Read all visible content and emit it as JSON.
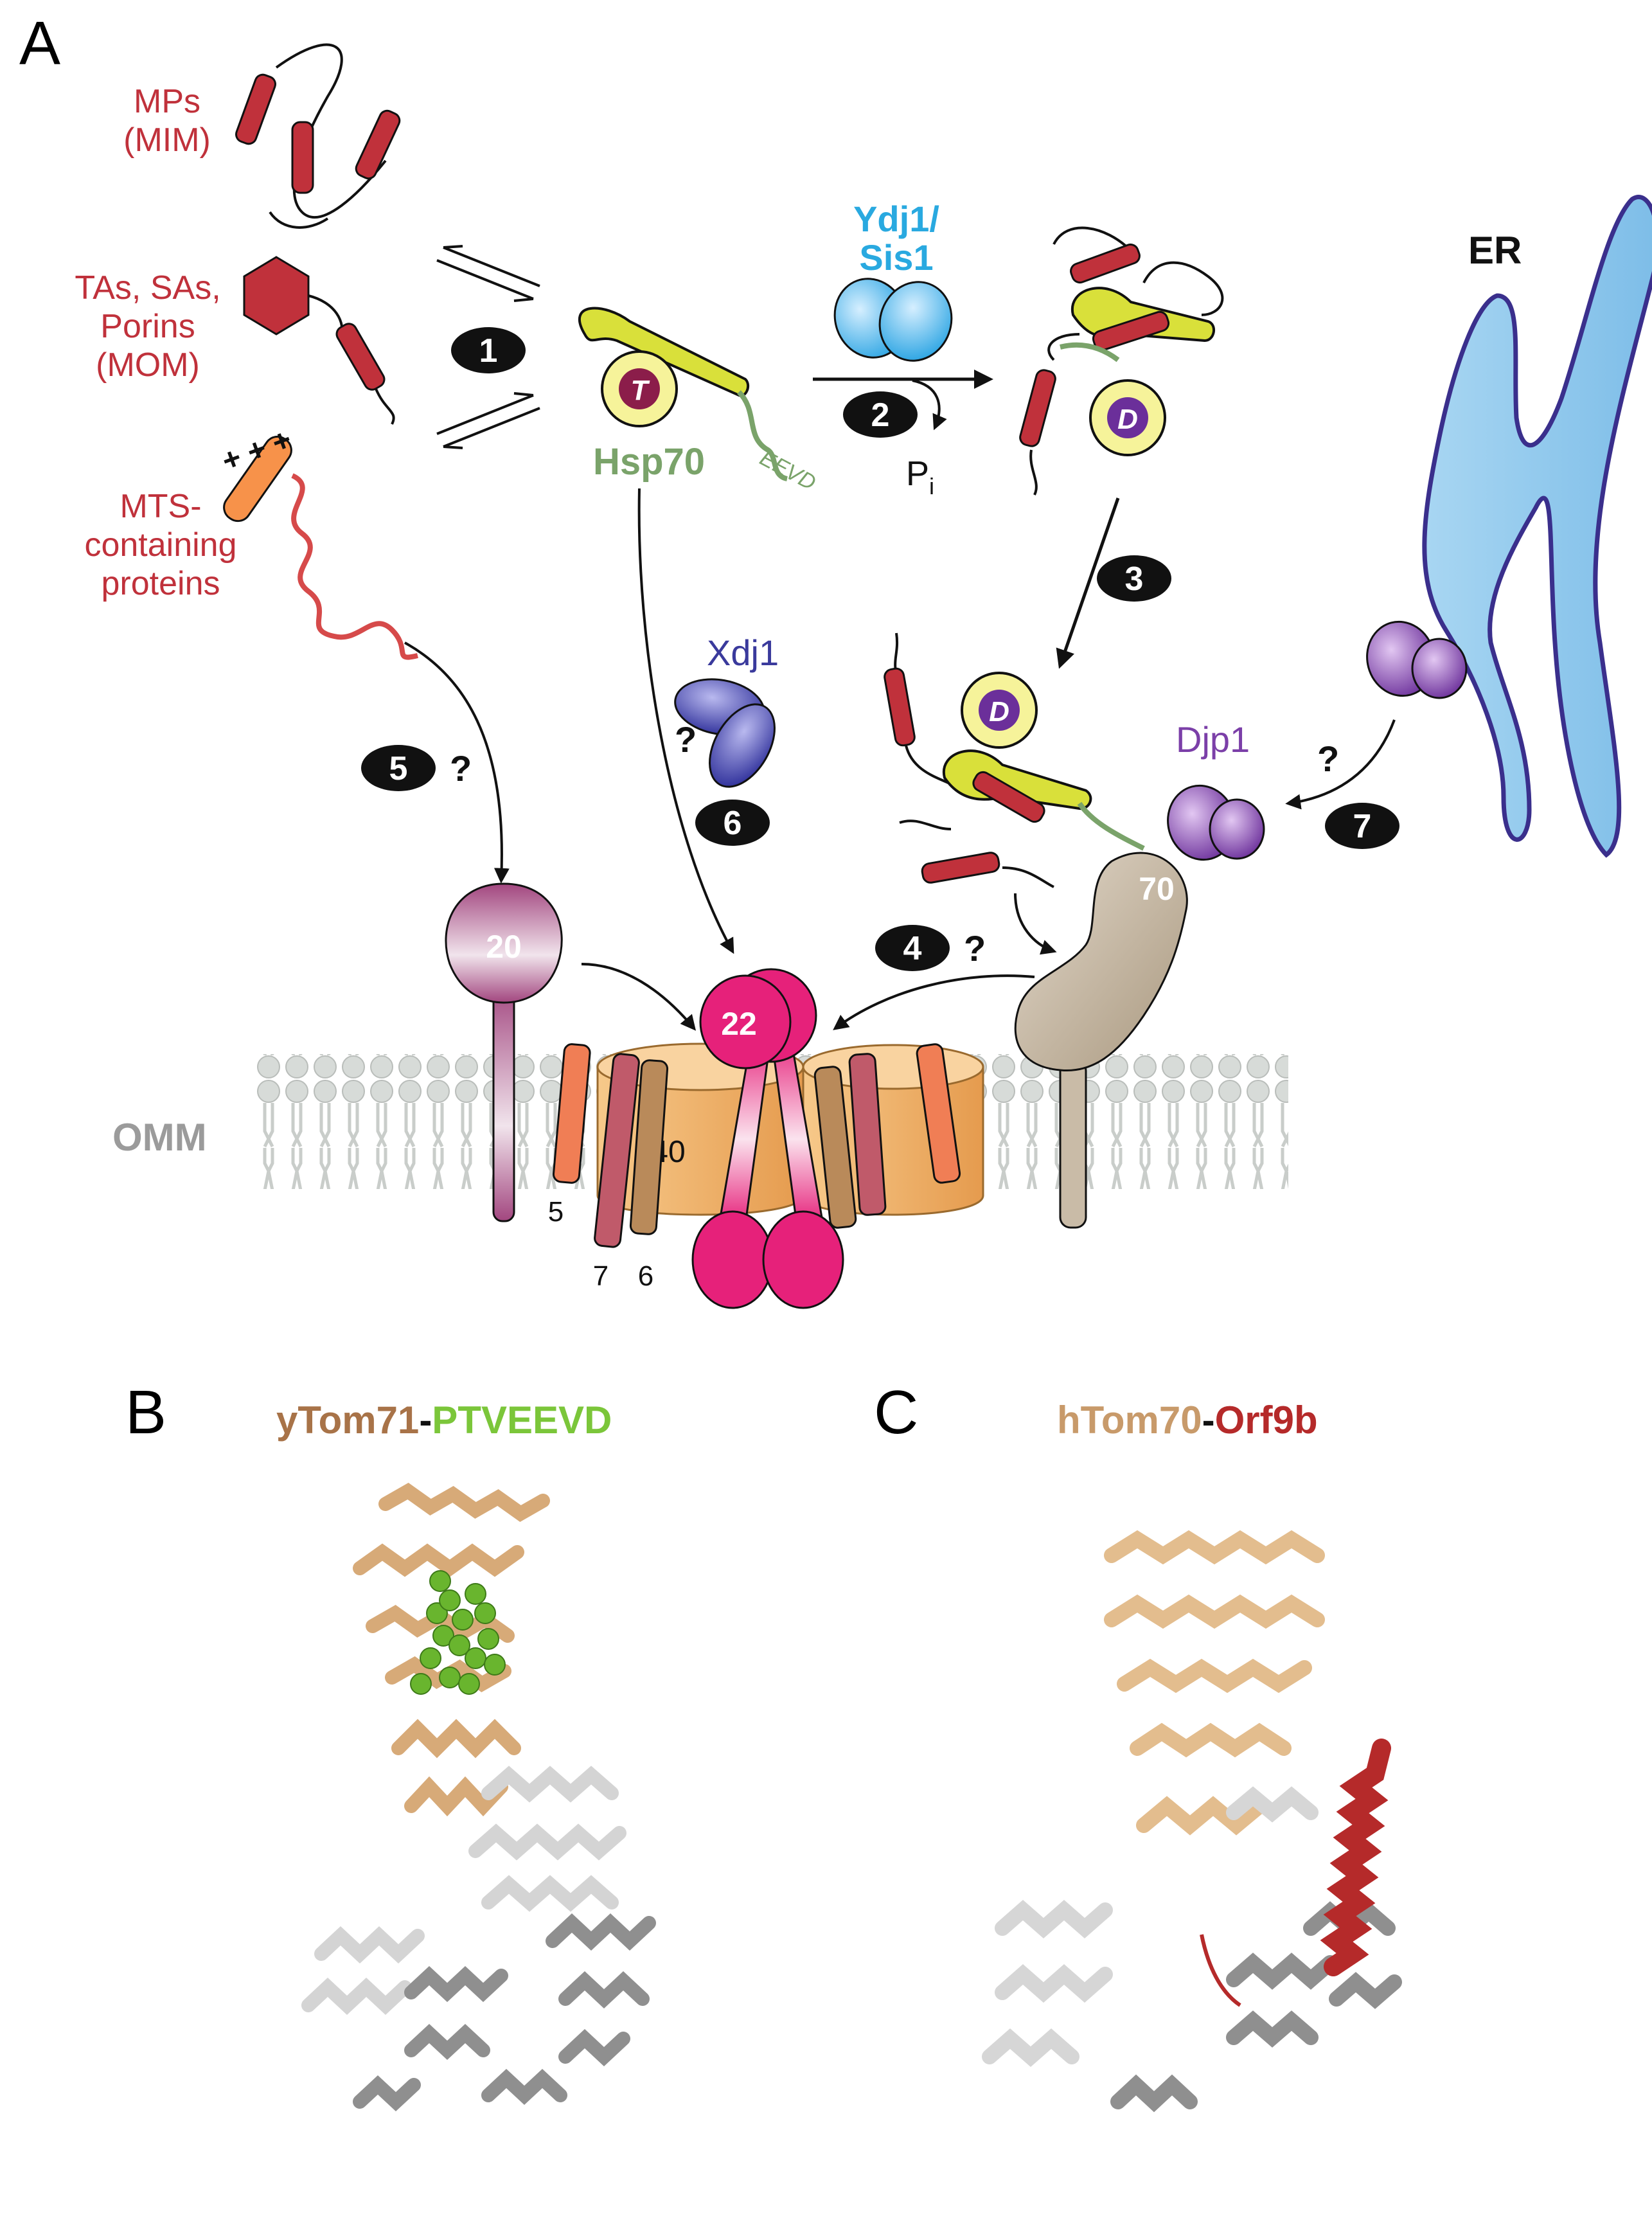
{
  "panels": {
    "a": "A",
    "b": "B",
    "c": "C"
  },
  "substrates": {
    "mps": [
      "MPs",
      "(MIM)"
    ],
    "tas": [
      "TAs, SAs,",
      "Porins",
      "(MOM)"
    ],
    "mts": [
      "MTS-",
      "containing",
      "proteins"
    ],
    "charges": "+ + +"
  },
  "hsp70": {
    "label": "Hsp70",
    "eevd": "EEVD",
    "atp": "T",
    "adp": "D"
  },
  "cochaperones": {
    "ydj1": [
      "Ydj1/",
      "Sis1"
    ],
    "xdj1": "Xdj1",
    "djp1": "Djp1",
    "pi": "P",
    "pi_sub": "i"
  },
  "er": "ER",
  "omm": "OMM",
  "receptors": {
    "tom20": "20",
    "tom22": "22",
    "tom70": "70",
    "tom40": "40",
    "tom5": "5",
    "tom7": "7",
    "tom6": "6"
  },
  "steps": [
    "1",
    "2",
    "3",
    "4",
    "5",
    "6",
    "7"
  ],
  "question": "?",
  "structure_b": {
    "part1": "yTom71",
    "sep": "-",
    "part2": "PTVEEVD"
  },
  "structure_c": {
    "part1": "hTom70",
    "sep": "-",
    "part2": "Orf9b"
  },
  "colors": {
    "substrate_red": "#c0313b",
    "hsp70_yellow": "#d9e03a",
    "hsp70_green": "#7aa36a",
    "ydj1_blue": "#29a9e0",
    "xdj1_navy": "#3a3a9c",
    "djp1_purple": "#7b3fa8",
    "tom20_mauve": "#b5568f",
    "tom22_pink": "#e6217a",
    "tom70_beige": "#c9bba7",
    "tom40_orange": "#f2b26a",
    "er_blue": "#8cc8ec",
    "tom71_tan": "#e3bd8e",
    "orf9b_red": "#b52a2a",
    "ptveevd_green": "#6fb52a"
  }
}
